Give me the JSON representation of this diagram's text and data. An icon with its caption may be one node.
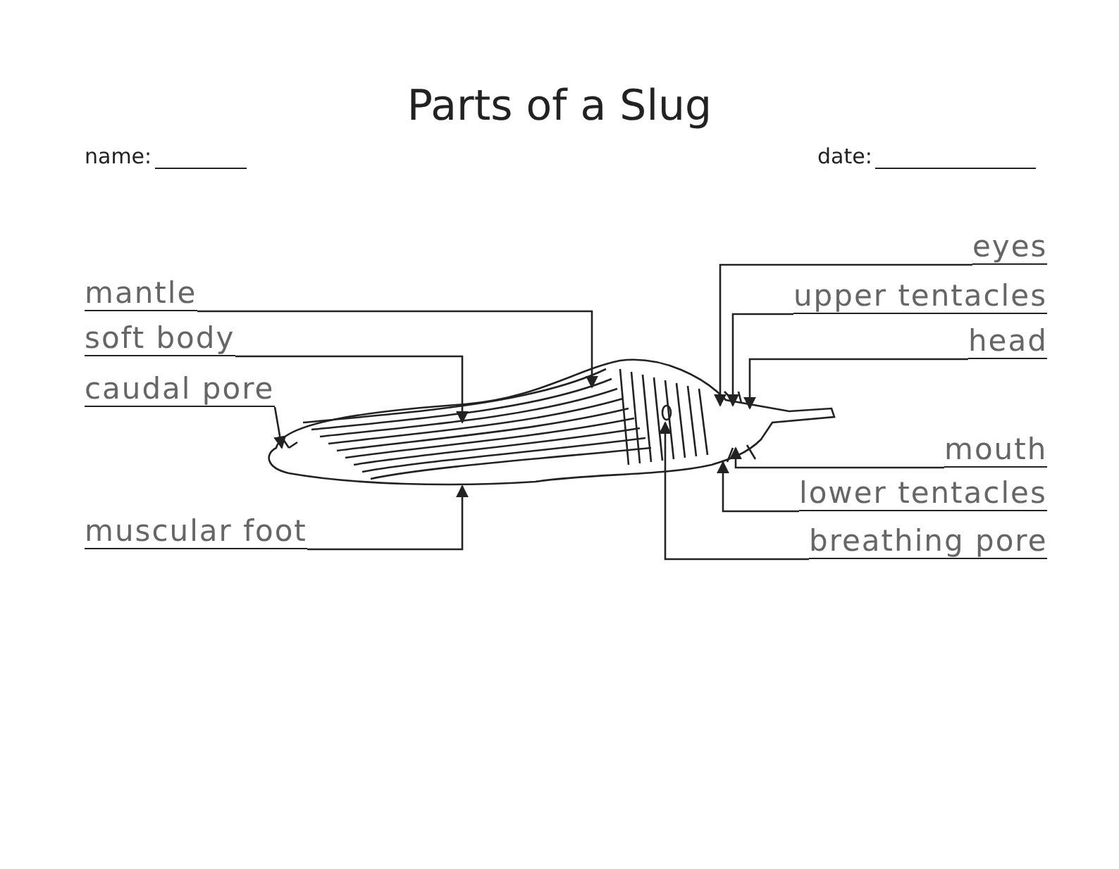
{
  "diagram": {
    "title": "Parts of a Slug",
    "nodes": [
      {
        "text": [
          "mantle"
        ]
      },
      {
        "text": [
          "soft body"
        ]
      },
      {
        "text": [
          "caudal pore"
        ]
      },
      {
        "text": [
          "muscular foot"
        ]
      },
      {
        "text": [
          "eyes"
        ]
      },
      {
        "text": [
          "upper tentacles"
        ]
      },
      {
        "text": [
          "head"
        ]
      },
      {
        "text": [
          "mouth"
        ]
      },
      {
        "text": [
          "lower tentacles"
        ]
      },
      {
        "text": [
          "breathing pore"
        ]
      },
      {
        "text": [],
        "shape": "picture"
      }
    ],
    "edges": [
      {
        "from": 0,
        "to": 10,
        "arrow": "to"
      },
      {
        "from": 1,
        "to": 10,
        "arrow": "to"
      },
      {
        "from": 2,
        "to": 10,
        "arrow": "to"
      },
      {
        "from": 3,
        "to": 10,
        "arrow": "to"
      },
      {
        "from": 4,
        "to": 10,
        "arrow": "to"
      },
      {
        "from": 5,
        "to": 10,
        "arrow": "to"
      },
      {
        "from": 6,
        "to": 10,
        "arrow": "to"
      },
      {
        "from": 7,
        "to": 10,
        "arrow": "to"
      },
      {
        "from": 8,
        "to": 10,
        "arrow": "to"
      },
      {
        "from": 9,
        "to": 10,
        "arrow": "to"
      }
    ],
    "labels": [
      "name:",
      "date:"
    ]
  }
}
